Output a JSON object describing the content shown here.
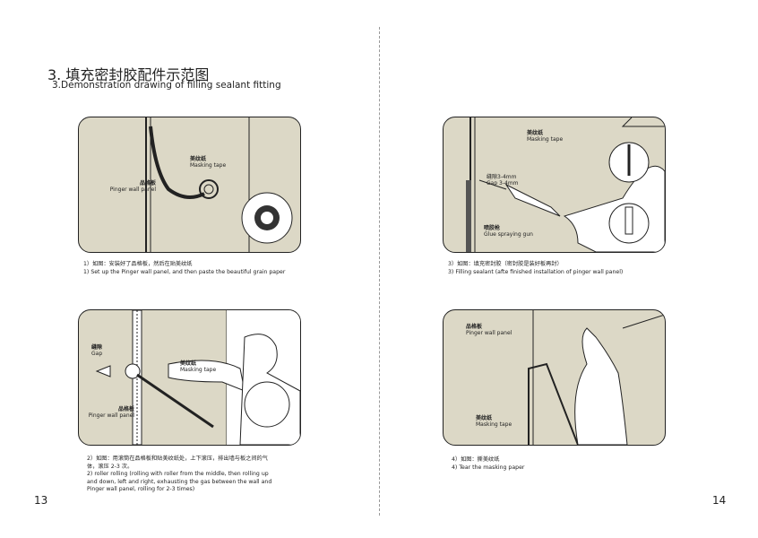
{
  "title": {
    "cn": "3. 填充密封胶配件示范图",
    "en": "3.Demonstration drawing of filling sealant fitting"
  },
  "panels": [
    {
      "labels": [
        {
          "cn": "美纹纸",
          "en": "Masking tape"
        },
        {
          "cn": "品格板",
          "en": "Pinger wall panel"
        }
      ],
      "caption_cn": "1）如图：安装好了品格板，然后在贴美纹纸",
      "caption_en": "1) Set up the Pinger wall panel, and then paste the beautiful grain paper"
    },
    {
      "labels": [
        {
          "cn": "美纹纸",
          "en": "Masking tape"
        },
        {
          "cn": "缝隙3-4mm",
          "en": "Gap 3-4mm"
        },
        {
          "cn": "喷胶枪",
          "en": "Glue spraying gun"
        }
      ],
      "caption_cn": "3）如图：填充密封胶（密封胶是装好板再封）",
      "caption_en": "3) Filling sealant (afte finished installation of pinger wall panel)"
    },
    {
      "labels": [
        {
          "cn": "缝隙",
          "en": "Gap"
        },
        {
          "cn": "美纹纸",
          "en": "Masking tape"
        },
        {
          "cn": "品格板",
          "en": "Pinger wall panel"
        }
      ],
      "caption_cn": "2）如图：用滚筒在品格板和贴美纹纸处，上下滚压，排出墙与板之间的气体，滚压 2-3 次。",
      "caption_en": "2) roller rolling (rolling with roller from the middle, then rolling up and down, left and right, exhausting the gas between the wall and Pinger wall panel, rolling for 2-3 times)"
    },
    {
      "labels": [
        {
          "cn": "品格板",
          "en": "Pinger wall panel"
        },
        {
          "cn": "美纹纸",
          "en": "Masking tape"
        }
      ],
      "caption_cn": "4）如图：撕美纹纸",
      "caption_en": "4) Tear the masking paper"
    }
  ],
  "page_numbers": {
    "left": "13",
    "right": "14"
  }
}
